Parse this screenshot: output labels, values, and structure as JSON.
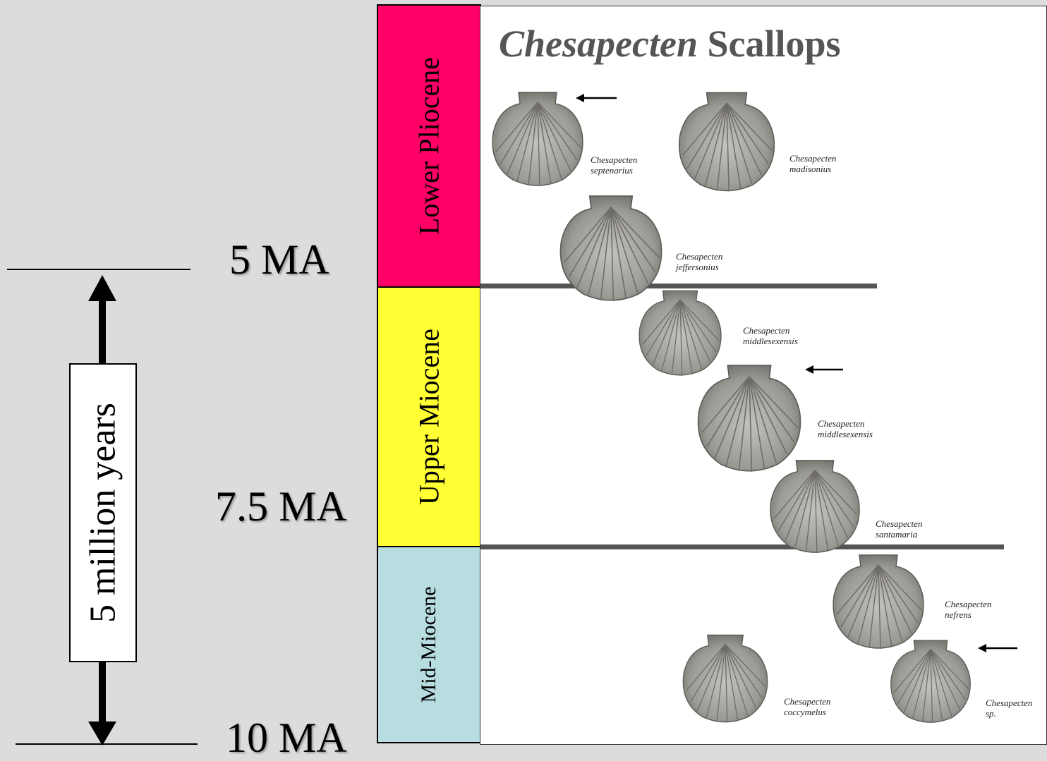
{
  "time_labels": {
    "ma5": "5 MA",
    "ma7_5": "7.5 MA",
    "ma10": "10 MA"
  },
  "span_label": "5 million years",
  "epochs": {
    "lower_pliocene": {
      "label": "Lower Pliocene",
      "color": "#ff0066"
    },
    "upper_miocene": {
      "label": "Upper Miocene",
      "color": "#ffff33"
    },
    "mid_miocene": {
      "label": "Mid-Miocene",
      "color": "#b7dde1"
    }
  },
  "panel": {
    "title_italic": "Chesapecten",
    "title_rest": " Scallops"
  },
  "species": [
    {
      "genus": "Chesapecten",
      "epithet": "septenarius",
      "marked": true
    },
    {
      "genus": "Chesapecten",
      "epithet": "madisonius",
      "marked": false
    },
    {
      "genus": "Chesapecten",
      "epithet": "jeffersonius",
      "marked": false
    },
    {
      "genus": "Chesapecten",
      "epithet": "middlesexensis",
      "marked": false
    },
    {
      "genus": "Chesapecten",
      "epithet": "middlesexensis",
      "marked": true
    },
    {
      "genus": "Chesapecten",
      "epithet": "santamaria",
      "marked": false
    },
    {
      "genus": "Chesapecten",
      "epithet": "nefrens",
      "marked": false
    },
    {
      "genus": "Chesapecten",
      "epithet": "coccymelus",
      "marked": false
    },
    {
      "genus": "Chesapecten",
      "epithet": "sp.",
      "marked": true
    }
  ],
  "colors": {
    "background": "#dcdcdc",
    "shell_fill": "#9c9a94",
    "boundary_line": "#555555"
  },
  "icons": {
    "shell": "scallop-shell-icon",
    "arrow": "left-arrow-icon",
    "span": "double-arrow-icon"
  }
}
